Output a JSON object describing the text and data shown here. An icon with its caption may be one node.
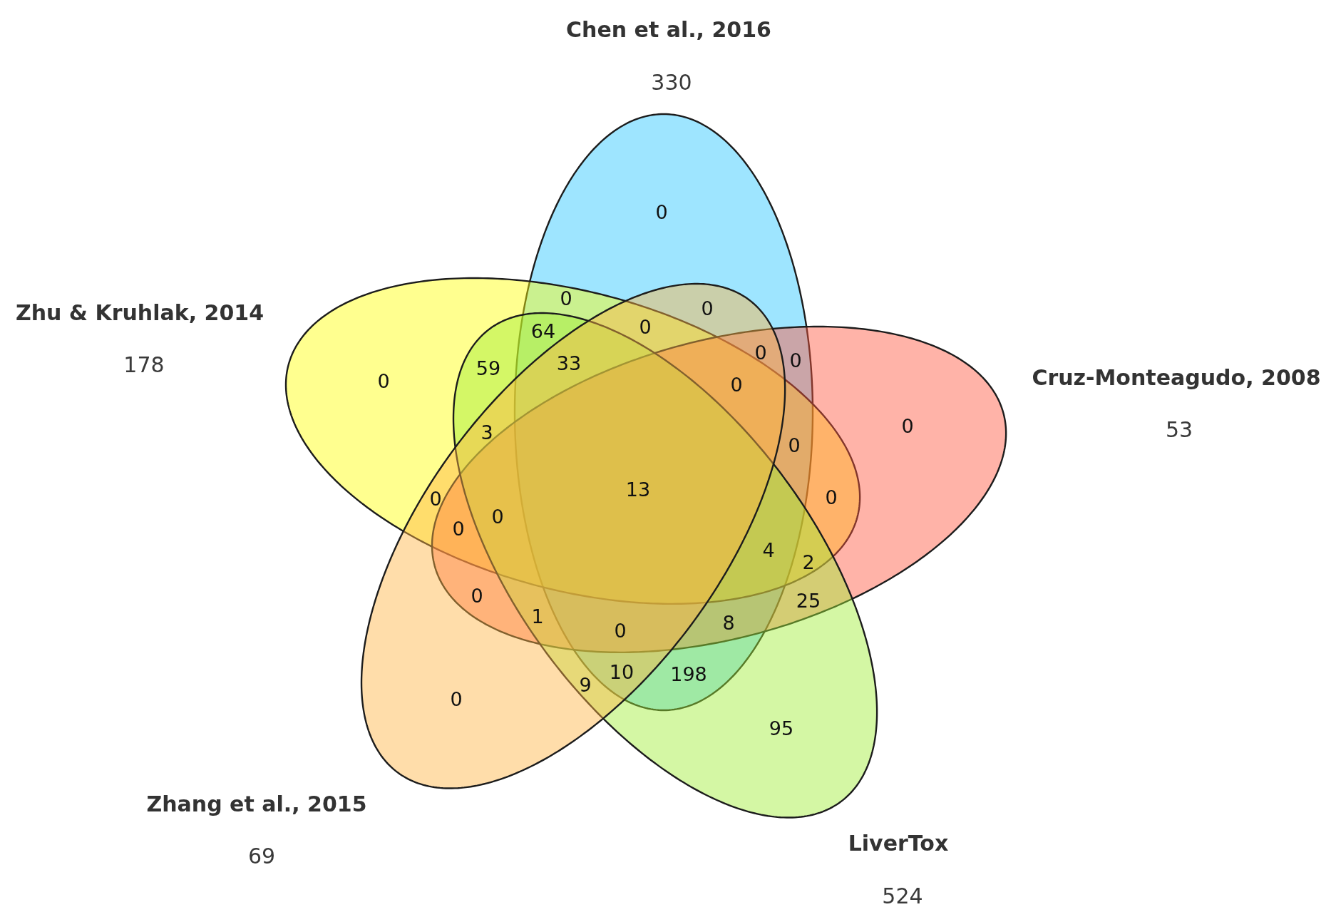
{
  "diagram": {
    "nodes": [
      {
        "text": [
          "Chen et al., 2016",
          "330"
        ]
      },
      {
        "text": [
          "Zhu & Kruhlak, 2014",
          "178"
        ]
      },
      {
        "text": [
          "Cruz-Monteagudo, 2008",
          "53"
        ]
      },
      {
        "text": [
          "Zhang et al., 2015",
          "69"
        ]
      },
      {
        "text": [
          "LiverTox",
          "524"
        ]
      }
    ],
    "labels": [
      "0",
      "0",
      "0",
      "64",
      "0",
      "0",
      "0",
      "59",
      "33",
      "0",
      "0",
      "0",
      "3",
      "0",
      "13",
      "0",
      "0",
      "0",
      "0",
      "4",
      "2",
      "0",
      "25",
      "1",
      "8",
      "0",
      "10",
      "198",
      "9",
      "0",
      "95"
    ]
  }
}
